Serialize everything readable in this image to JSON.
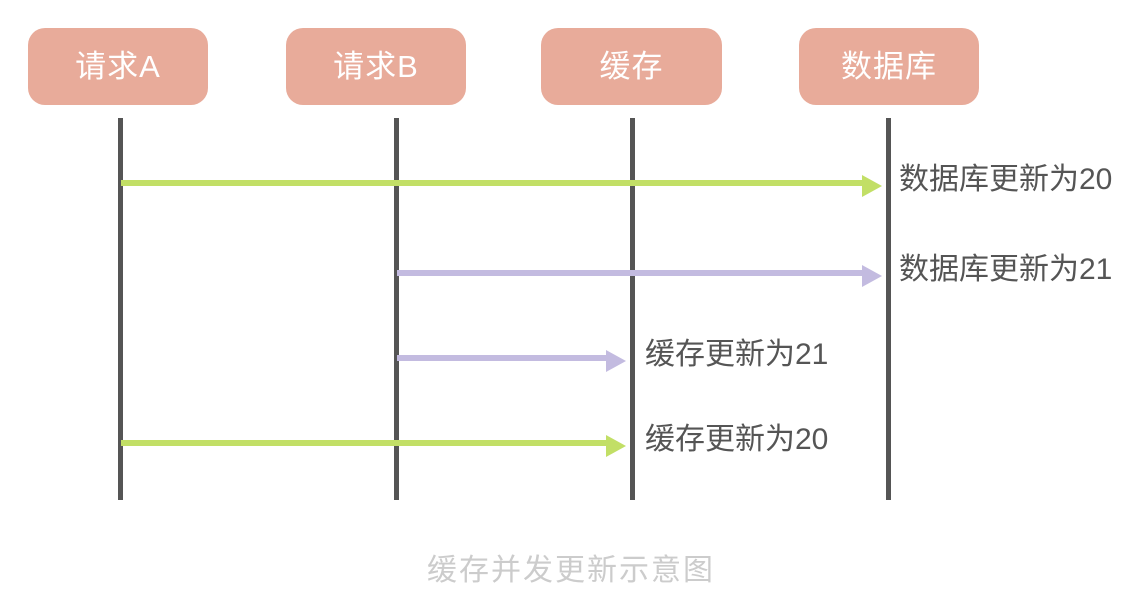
{
  "diagram": {
    "caption": "缓存并发更新示意图",
    "colors": {
      "participant_fill": "#e8ab9a",
      "participant_text": "#ffffff",
      "lifeline": "#555555",
      "message_green": "#c2df66",
      "message_purple": "#c3bbe0",
      "label_text": "#555555",
      "caption_text": "#cccccc",
      "background": "#ffffff"
    },
    "participants": [
      {
        "id": "request-a",
        "label": "请求A"
      },
      {
        "id": "request-b",
        "label": "请求B"
      },
      {
        "id": "cache",
        "label": "缓存"
      },
      {
        "id": "database",
        "label": "数据库"
      }
    ],
    "messages": [
      {
        "order": 1,
        "from": "请求A",
        "to": "数据库",
        "label": "数据库更新为20",
        "color": "#c2df66",
        "color_name": "green"
      },
      {
        "order": 2,
        "from": "请求B",
        "to": "数据库",
        "label": "数据库更新为21",
        "color": "#c3bbe0",
        "color_name": "purple"
      },
      {
        "order": 3,
        "from": "请求B",
        "to": "缓存",
        "label": "缓存更新为21",
        "color": "#c3bbe0",
        "color_name": "purple"
      },
      {
        "order": 4,
        "from": "请求A",
        "to": "缓存",
        "label": "缓存更新为20",
        "color": "#c2df66",
        "color_name": "green"
      }
    ]
  }
}
